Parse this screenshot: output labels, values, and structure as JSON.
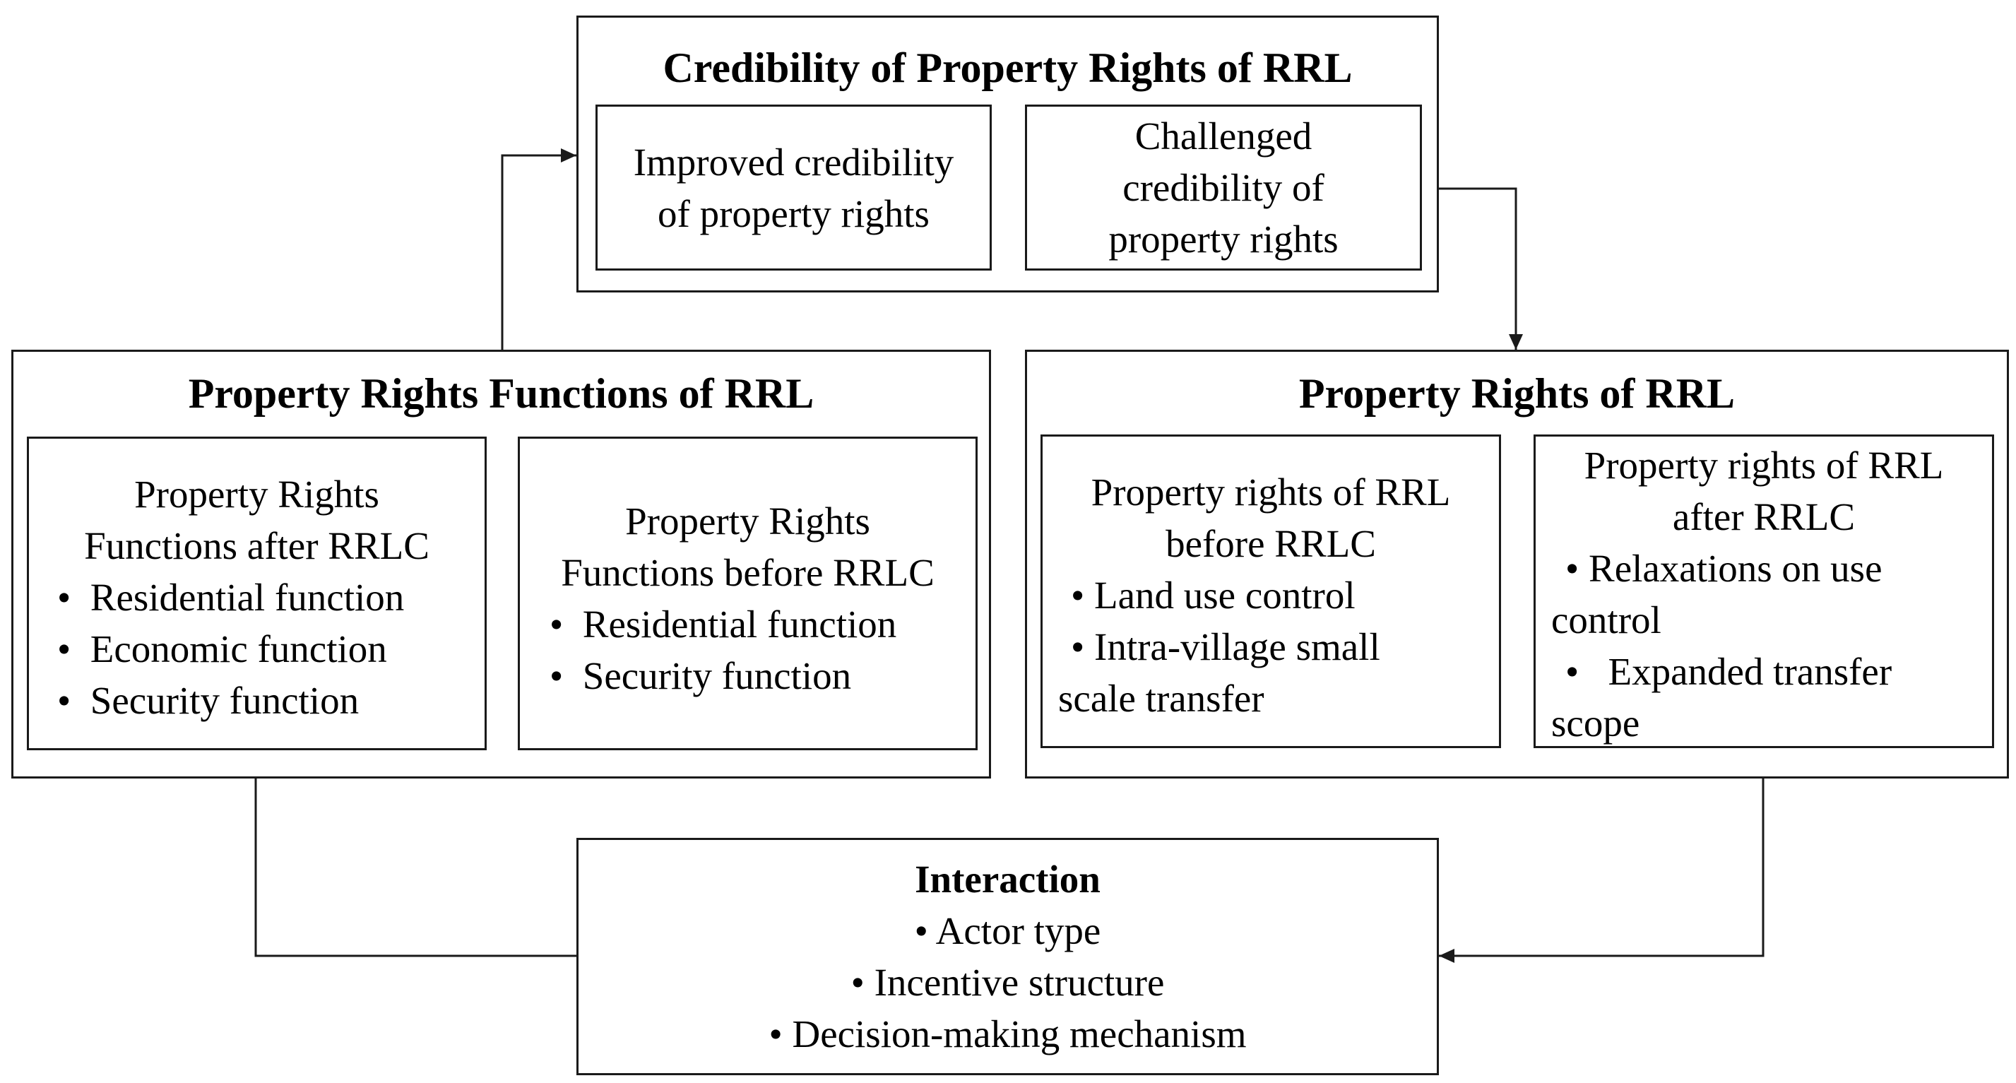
{
  "credibility": {
    "title": "Credibility of Property Rights of RRL",
    "improved": [
      "Improved credibility",
      "of property rights"
    ],
    "challenged": [
      "Challenged",
      "credibility of",
      "property rights"
    ]
  },
  "functions": {
    "title": "Property Rights Functions of RRL",
    "after": {
      "heading": [
        "Property Rights",
        "Functions after RRLC"
      ],
      "items": [
        "Residential function",
        "Economic function",
        "Security function"
      ]
    },
    "before": {
      "heading": [
        "Property Rights",
        "Functions before RRLC"
      ],
      "items": [
        "Residential function",
        "Security function"
      ]
    }
  },
  "rights": {
    "title": "Property Rights of RRL",
    "before": {
      "heading": [
        "Property rights of  RRL",
        "before RRLC"
      ],
      "items": [
        "Land use control",
        "Intra-village small",
        "scale transfer"
      ]
    },
    "after": {
      "heading": [
        "Property rights of  RRL",
        "after RRLC"
      ],
      "items": [
        "Relaxations on use",
        "control",
        "Expanded transfer",
        "scope"
      ]
    }
  },
  "interaction": {
    "title": "Interaction",
    "items": [
      "Actor type",
      "Incentive structure",
      "Decision-making mechanism"
    ]
  },
  "bullet": "•"
}
